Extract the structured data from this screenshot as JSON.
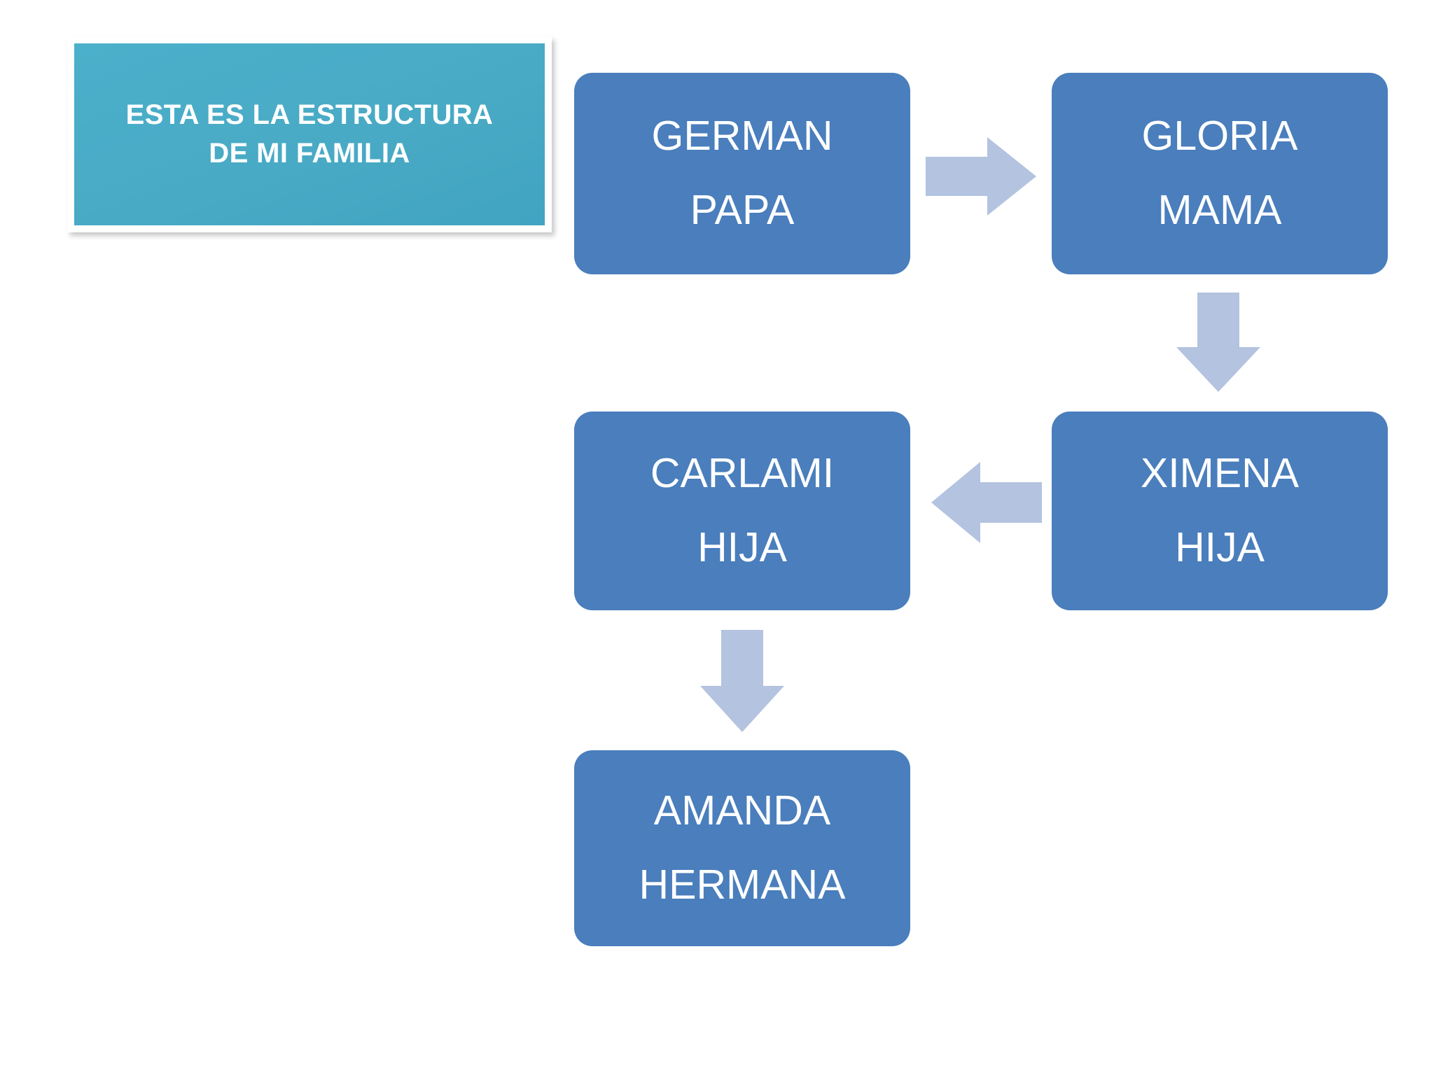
{
  "slide": {
    "background_color": "#ffffff",
    "title_card": {
      "name": "title-callout",
      "fill_color": "#4aadc8",
      "border_color": "#ffffff",
      "text_color": "#ffffff",
      "lines": [
        "ESTA ES LA ESTRUCTURA",
        "DE MI FAMILIA"
      ]
    },
    "node_fill_color": "#4a7ebc",
    "node_text_color": "#ffffff",
    "arrow_fill_color": "#b3c3e0",
    "nodes": [
      {
        "id": "german",
        "name": "GERMAN",
        "role": "PAPA"
      },
      {
        "id": "gloria",
        "name": "GLORIA",
        "role": "MAMA"
      },
      {
        "id": "ximena",
        "name": "XIMENA",
        "role": "HIJA"
      },
      {
        "id": "carlami",
        "name": "CARLAMI",
        "role": "HIJA"
      },
      {
        "id": "amanda",
        "name": "AMANDA",
        "role": "HERMANA"
      }
    ],
    "arrows": [
      {
        "id": "german-gloria",
        "direction": "right",
        "from": "GERMAN",
        "to": "GLORIA"
      },
      {
        "id": "gloria-ximena",
        "direction": "down",
        "from": "GLORIA",
        "to": "XIMENA"
      },
      {
        "id": "ximena-carlami",
        "direction": "left",
        "from": "XIMENA",
        "to": "CARLAMI"
      },
      {
        "id": "carlami-amanda",
        "direction": "down",
        "from": "CARLAMI",
        "to": "AMANDA"
      }
    ]
  }
}
